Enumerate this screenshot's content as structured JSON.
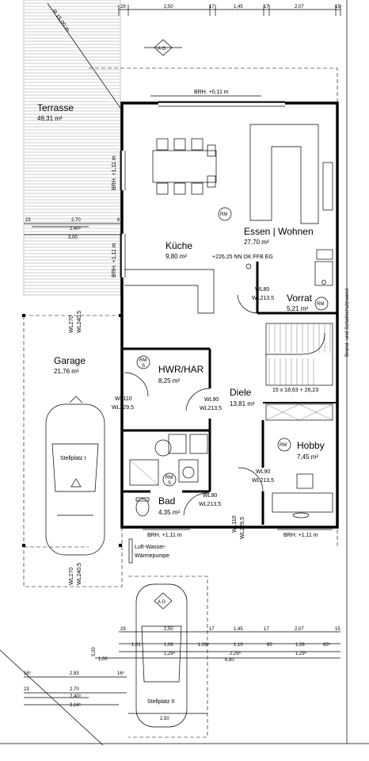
{
  "rooms": {
    "terrasse": {
      "name": "Terrasse",
      "area": "49,31 m²"
    },
    "kueche": {
      "name": "Küche",
      "area": "9,80 m²"
    },
    "essen": {
      "name": "Essen | Wohnen",
      "area": "27,70 m²"
    },
    "vorrat": {
      "name": "Vorrat",
      "area": "5,21 m²"
    },
    "hwr": {
      "name": "HWR/HAR",
      "area": "8,25 m²"
    },
    "diele": {
      "name": "Diele",
      "area": "13,81 m²"
    },
    "garage": {
      "name": "Garage",
      "area": "21,76 m²"
    },
    "hobby": {
      "name": "Hobby",
      "area": "7,45 m²"
    },
    "bad": {
      "name": "Bad",
      "area": "4,35 m²"
    },
    "stellplatz1": {
      "name": "Stellplatz I"
    },
    "stellplatz2": {
      "name": "Stellplatz II"
    }
  },
  "annotations": {
    "radius": "R 15,00 m",
    "ag_top": "A G",
    "ag_bottom": "A G",
    "brh_top": "BRH. +0,11 m",
    "brh_left1": "BRH. +1,11 m",
    "brh_left2": "BRH. +1,11 m",
    "brh_bottom1": "BRH. +1,11 m",
    "brh_bottom2": "BRH. +1,11 m",
    "level": "+226,25 NN OK FFB EG",
    "stairs": "15 x 18,63 + 26,23",
    "firewall": "Brand- und Schallschutzwand",
    "heatpump_1": "Luft-Wasser-",
    "heatpump_2": "Wärmepumpe",
    "rm": "RM",
    "rs": "RM S"
  },
  "openings": {
    "vorrat": [
      "WL80",
      "WL213,5"
    ],
    "hwr_left": [
      "WL110",
      "WL229,5"
    ],
    "hwr_right": [
      "WL90",
      "WL213,5"
    ],
    "hobby": [
      "WL90",
      "WL213,5"
    ],
    "bad": [
      "WL90",
      "WL213,5"
    ],
    "diele_bottom": [
      "WL110",
      "WL229,5"
    ],
    "garage_top": [
      "WL270",
      "WL240,5"
    ],
    "garage_bottom": [
      "WL270",
      "WL240,5"
    ]
  },
  "dims_top": [
    "29",
    "2,50",
    "17",
    "1,45",
    "17",
    "2,07",
    "15"
  ],
  "dims_terrace": [
    "23",
    "2,70",
    "6",
    "2,40⁵",
    "3,00"
  ],
  "dims_bottom_row1": [
    "29",
    "2,50",
    "17",
    "1,45",
    "17",
    "2,07",
    "15"
  ],
  "dims_bottom_row2": [
    "1,01",
    "1,06",
    "1,06⁵",
    "1,10",
    "85",
    "1,06",
    "65⁵"
  ],
  "dims_bottom_row3": [
    "1,00",
    "1,29⁵",
    "2,29⁵",
    "1,29⁵"
  ],
  "dims_bottom_total": "6,80",
  "dims_bottom_left": [
    "16⁵",
    "2,83",
    "16⁵",
    "23",
    "2,70",
    "2,40⁵",
    "3,16⁵"
  ],
  "dims_vertical": [
    "5,00"
  ],
  "dims_stellplatz2": "2,50"
}
